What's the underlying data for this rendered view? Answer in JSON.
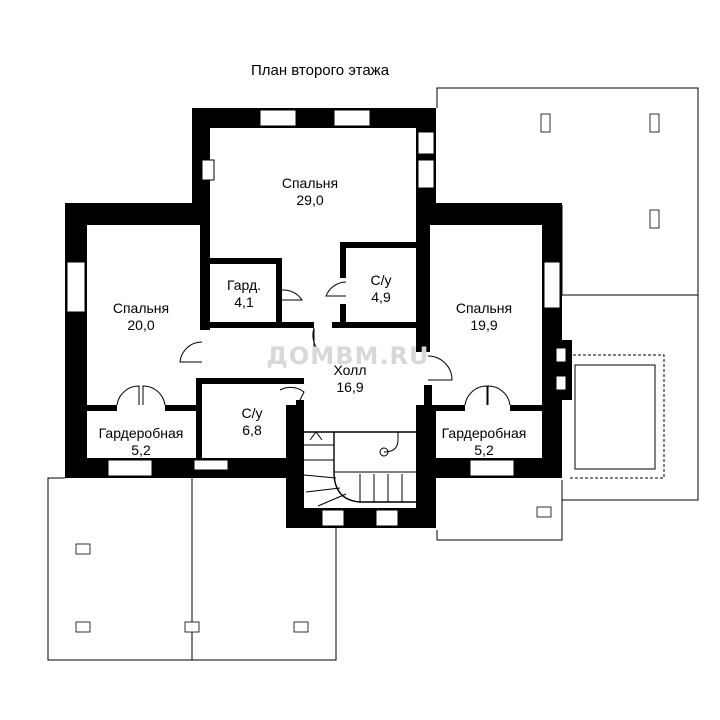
{
  "title": "План второго этажа",
  "watermark": "ДОМВМ.RU",
  "rooms": [
    {
      "name": "Спальня",
      "area": "29,0"
    },
    {
      "name": "Спальня",
      "area": "20,0"
    },
    {
      "name": "Гард.",
      "area": "4,1"
    },
    {
      "name": "С/у",
      "area": "4,9"
    },
    {
      "name": "Спальня",
      "area": "19,9"
    },
    {
      "name": "Холл",
      "area": "16,9"
    },
    {
      "name": "С/у",
      "area": "6,8"
    },
    {
      "name": "Гардеробная",
      "area": "5,2"
    },
    {
      "name": "Гардеробная",
      "area": "5,2"
    }
  ]
}
